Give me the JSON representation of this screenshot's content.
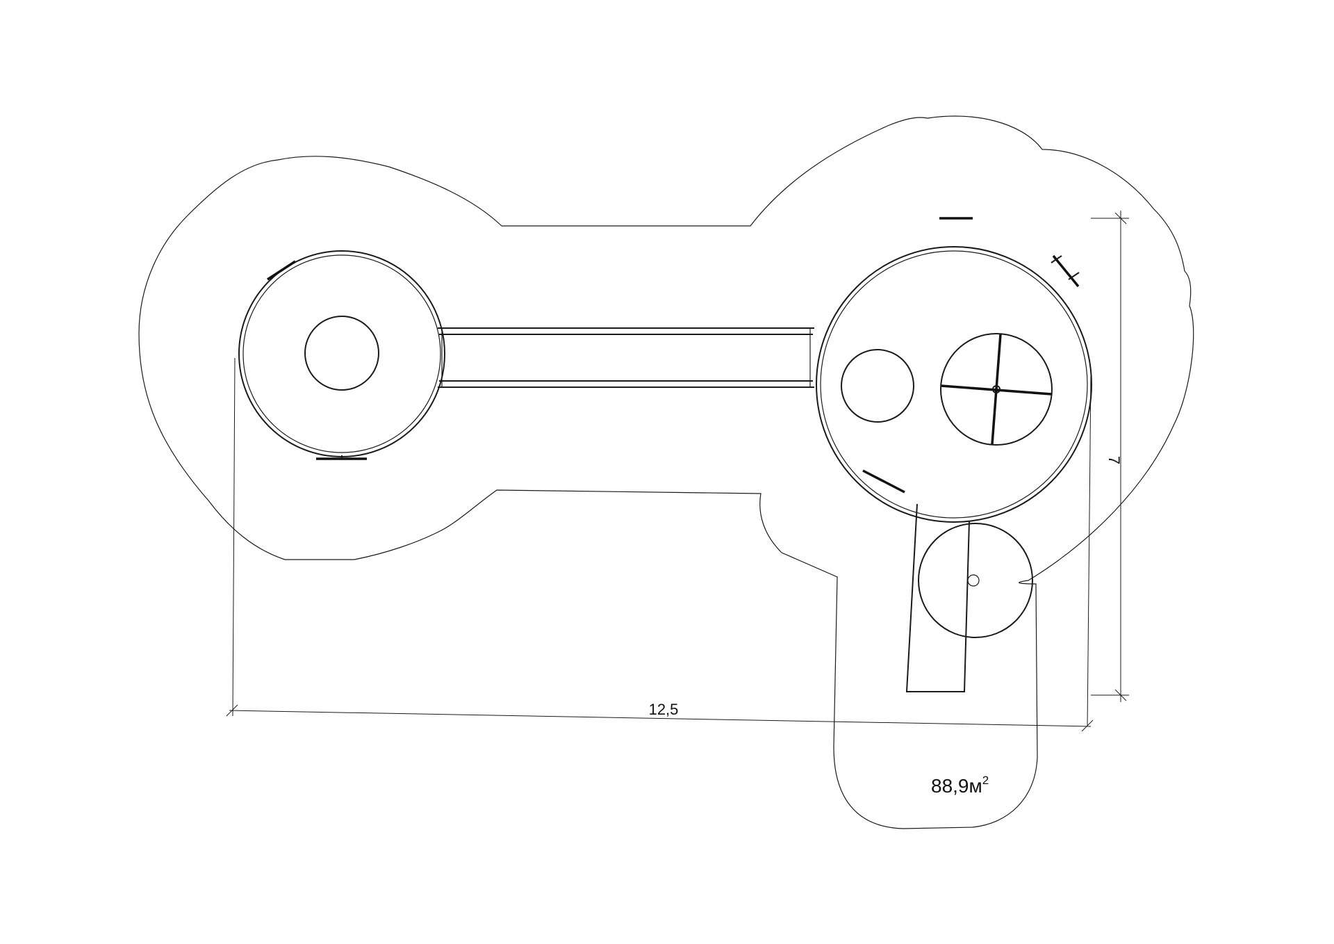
{
  "dimensions": {
    "width_label": "12,5",
    "height_label": "7"
  },
  "area": {
    "value": "88,9м",
    "superscript": "2"
  }
}
